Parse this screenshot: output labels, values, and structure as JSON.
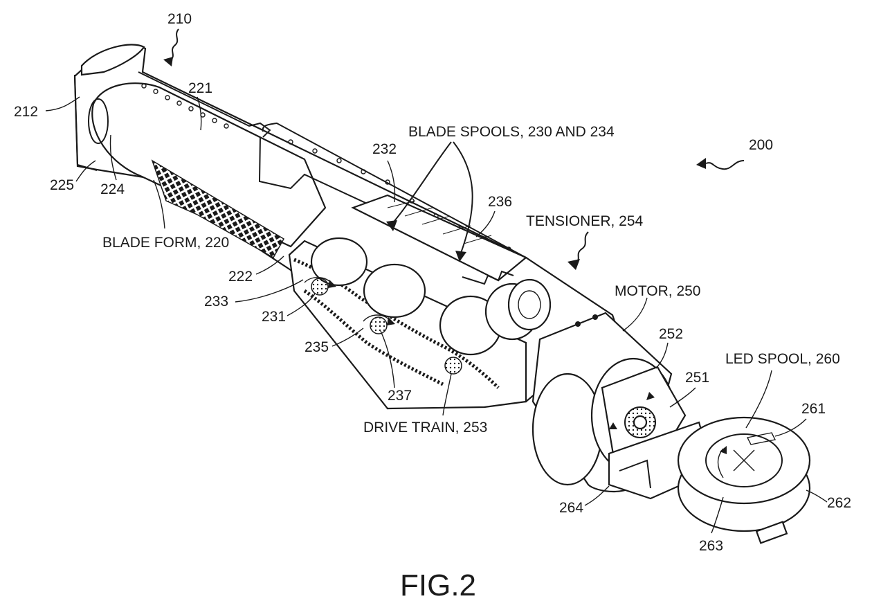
{
  "figure_title": "FIG.2",
  "labels": {
    "l200": "200",
    "l210": "210",
    "l212": "212",
    "l221": "221",
    "l224": "224",
    "l225": "225",
    "blade_form": "BLADE FORM, 220",
    "l222": "222",
    "l233": "233",
    "l231": "231",
    "l235": "235",
    "l237": "237",
    "drive_train": "DRIVE TRAIN, 253",
    "blade_spools": "BLADE SPOOLS, 230 AND 234",
    "l232": "232",
    "l236": "236",
    "tensioner": "TENSIONER, 254",
    "motor": "MOTOR, 250",
    "l252": "252",
    "l251": "251",
    "led_spool": "LED SPOOL, 260",
    "l261": "261",
    "l262": "262",
    "l263": "263",
    "l264": "264"
  }
}
